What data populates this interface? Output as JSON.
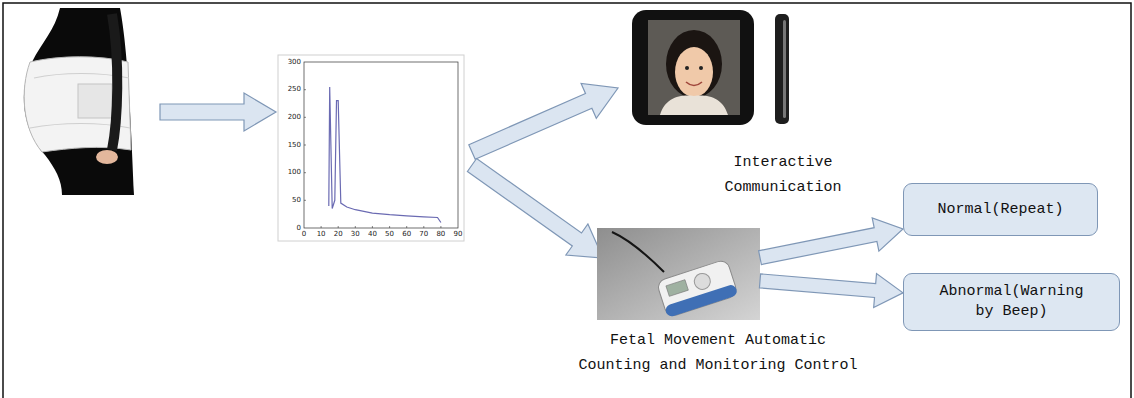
{
  "diagram": {
    "nodes": [
      {
        "text": [
          "Interactive Communication"
        ]
      },
      {
        "text": [
          "Fetal Movement Automatic Counting and Monitoring Control"
        ]
      },
      {
        "text": [
          "Normal(Repeat)"
        ]
      },
      {
        "text": [
          "Abnormal(Warning by Beep)"
        ]
      }
    ],
    "edges": [
      {
        "from": 1,
        "to": 2,
        "arrow": "to"
      },
      {
        "from": 1,
        "to": 3,
        "arrow": "to"
      }
    ],
    "labels": [
      "0",
      "50",
      "100",
      "150",
      "200",
      "250",
      "300",
      "0",
      "10",
      "20",
      "30",
      "40",
      "50",
      "60",
      "70",
      "80",
      "90"
    ]
  }
}
